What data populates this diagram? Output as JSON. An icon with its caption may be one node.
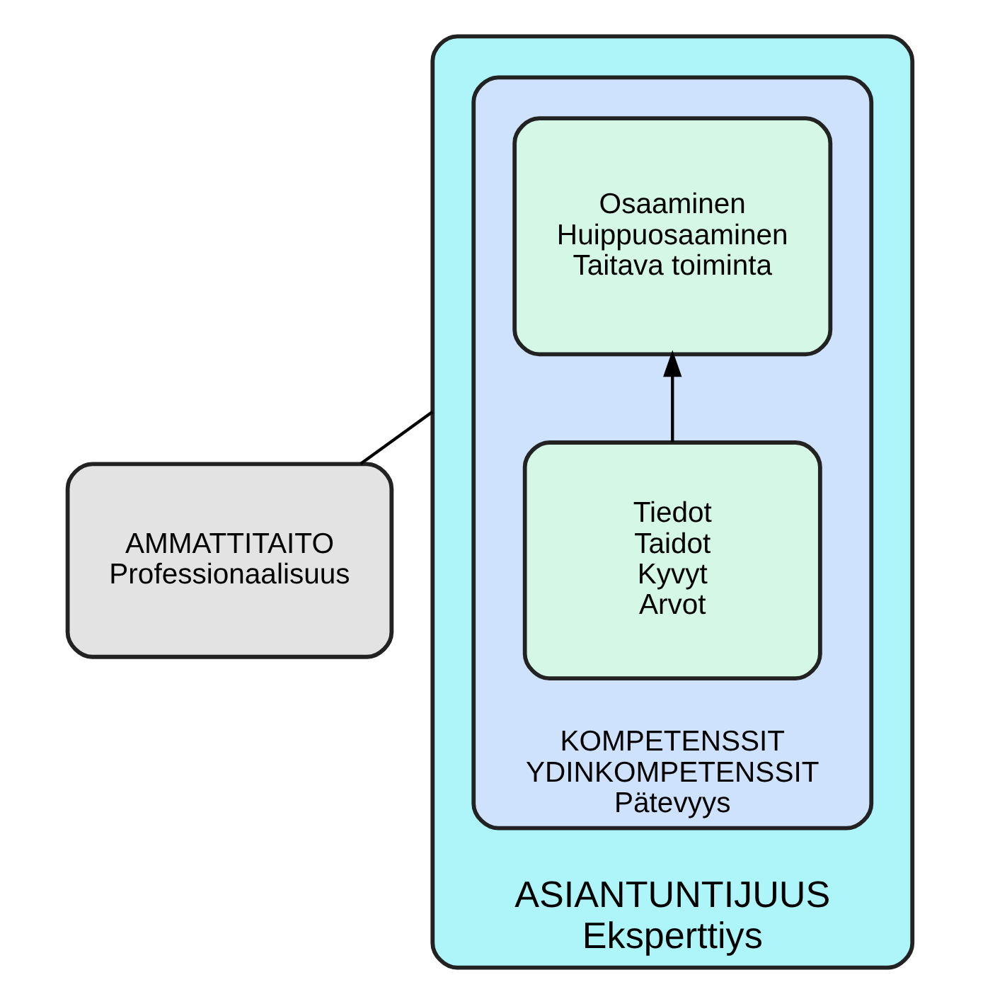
{
  "diagram": {
    "nodes": [
      {
        "text": [
          "AMMATTITAITO",
          "Professionaalisuus"
        ]
      },
      {
        "text": [
          "ASIANTUNTIJUUS",
          "Eksperttiys"
        ]
      },
      {
        "text": [
          "KOMPETENSSIT",
          "YDINKOMPETENSSIT",
          "Pätevyys"
        ],
        "in": 1
      },
      {
        "text": [
          "Osaaminen",
          "Huippuosaaminen",
          "Taitava toiminta"
        ],
        "in": 2
      },
      {
        "text": [
          "Tiedot",
          "Taidot",
          "Kyvyt",
          "Arvot"
        ],
        "in": 2
      }
    ],
    "edges": [
      {
        "from": 0,
        "to": 1,
        "arrow": "none"
      },
      {
        "from": 4,
        "to": 3,
        "arrow": "to"
      }
    ]
  }
}
